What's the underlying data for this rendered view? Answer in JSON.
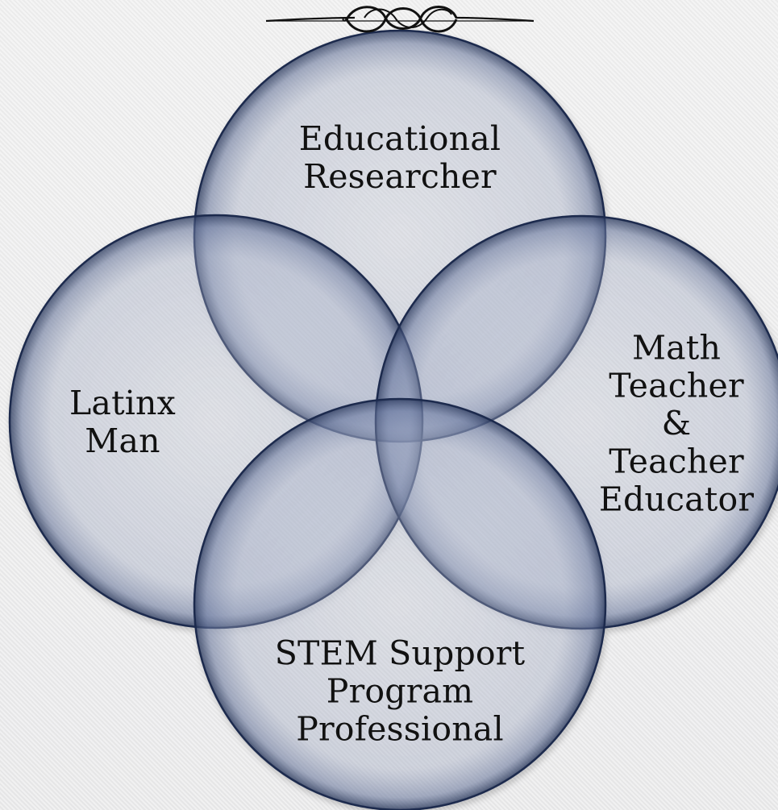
{
  "diagram": {
    "type": "venn",
    "colors": {
      "circle_fill": "#b8c0d6",
      "circle_stroke": "#1e2b4e",
      "background": "#ededed"
    },
    "ornament_icon": "braided-knot-ornament",
    "circles": [
      {
        "id": "top",
        "label": "Educational\nResearcher"
      },
      {
        "id": "left",
        "label": "Latinx\nMan"
      },
      {
        "id": "right",
        "label": "Math\nTeacher\n&\nTeacher\nEducator"
      },
      {
        "id": "bottom",
        "label": "STEM Support\nProgram\nProfessional"
      }
    ]
  }
}
